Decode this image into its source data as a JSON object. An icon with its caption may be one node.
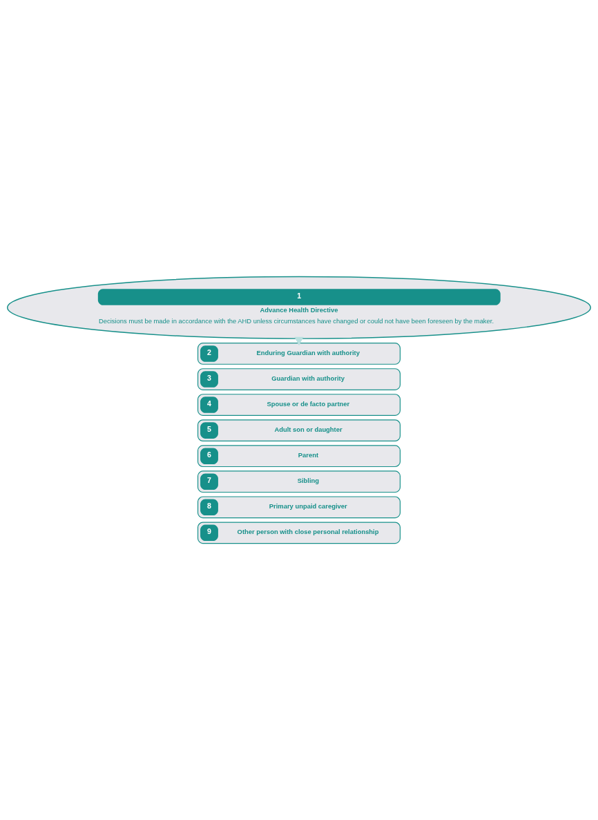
{
  "diagram": {
    "nodes": [
      {
        "text": [
          "1",
          "Advance Health Directive",
          "Decisions must be made in accordance with the AHD unless circumstances have changed or could not have been foreseen by the maker."
        ]
      },
      {
        "text": [
          "2",
          "Enduring Guardian with authority"
        ]
      },
      {
        "text": [
          "3",
          "Guardian with authority"
        ]
      },
      {
        "text": [
          "4",
          "Spouse or de facto partner"
        ]
      },
      {
        "text": [
          "5",
          "Adult son or daughter"
        ]
      },
      {
        "text": [
          "6",
          "Parent"
        ]
      },
      {
        "text": [
          "7",
          "Sibling"
        ]
      },
      {
        "text": [
          "8",
          "Primary unpaid caregiver"
        ]
      },
      {
        "text": [
          "9",
          "Other person with close personal relationship"
        ]
      }
    ],
    "edges": [
      {
        "from": 0,
        "to": 1,
        "arrow": "to",
        "color": "#b9e0df",
        "style": "thick"
      }
    ]
  }
}
